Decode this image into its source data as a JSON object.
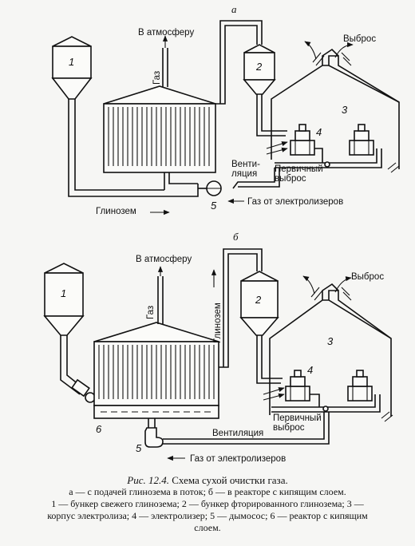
{
  "panels": {
    "a": {
      "letter": "а",
      "to_atmosphere": "В атмосферу",
      "gas": "Газ",
      "emission": "Выброс",
      "ventilation_line1": "Венти-",
      "ventilation_line2": "ляция",
      "primary_line1": "Первичный",
      "primary_line2": "выброс",
      "alumina": "Глинозем",
      "gas_from": "Газ от электролизеров",
      "n1": "1",
      "n2": "2",
      "n3": "3",
      "n4": "4",
      "n5": "5"
    },
    "b": {
      "letter": "б",
      "to_atmosphere": "В атмосферу",
      "gas": "Газ",
      "alumina": "Глинозем",
      "emission": "Выброс",
      "ventilation": "Вентиляция",
      "primary_line1": "Первичный",
      "primary_line2": "выброс",
      "gas_from": "Газ от электролизеров",
      "n1": "1",
      "n2": "2",
      "n3": "3",
      "n4": "4",
      "n5": "5",
      "n6": "6"
    }
  },
  "caption": {
    "fig": "Рис. 12.4.",
    "title": "Схема сухой очистки газа.",
    "line1": "а — с подачей глинозема в поток; б — в реакторе с кипящим слоем.",
    "line2": "1 — бункер свежего глинозема; 2 — бункер фторированного глинозема; 3 —",
    "line3": "корпус электролиза; 4 — электролизер; 5 — дымосос; 6 — реактор с кипящим",
    "line4": "слоем."
  }
}
